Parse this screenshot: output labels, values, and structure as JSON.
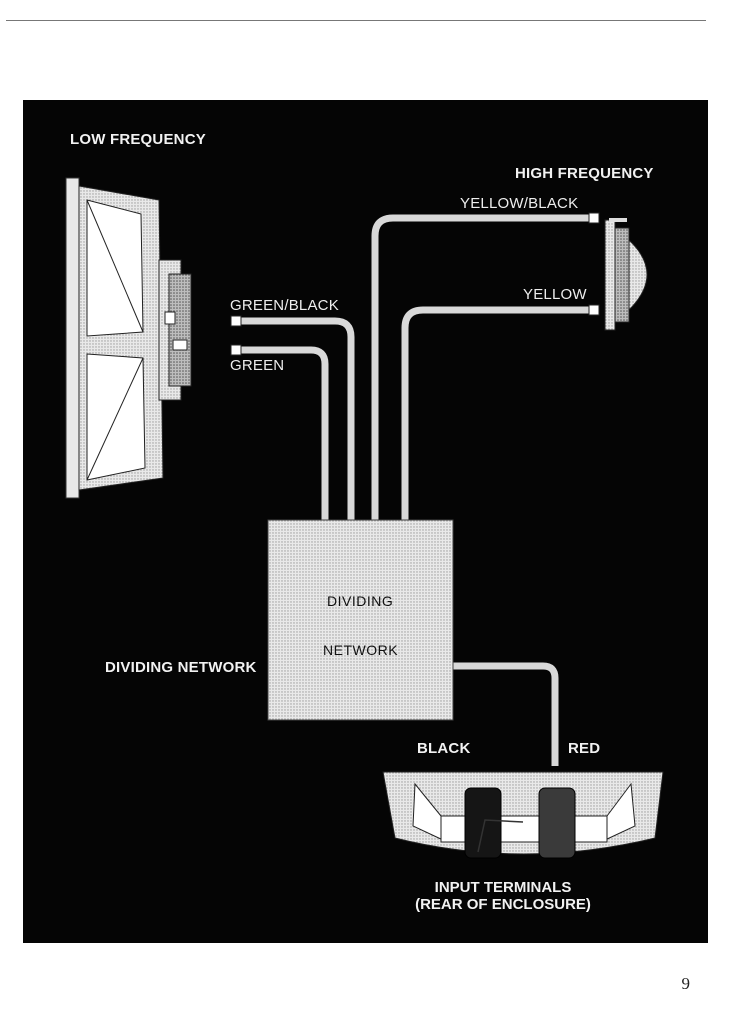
{
  "diagram": {
    "low_frequency_label": "LOW FREQUENCY",
    "high_frequency_label": "HIGH FREQUENCY",
    "dividing_network_label": "DIVIDING NETWORK",
    "box_text_line1": "DIVIDING",
    "box_text_line2": "NETWORK",
    "wires": {
      "green_black": "GREEN/BLACK",
      "green": "GREEN",
      "yellow_black": "YELLOW/BLACK",
      "yellow": "YELLOW",
      "black": "BLACK",
      "red": "RED"
    },
    "input_terminals_line1": "INPUT TERMINALS",
    "input_terminals_line2": "(REAR OF ENCLOSURE)"
  },
  "page_number": "9",
  "colors": {
    "panel": "#050505",
    "wire": "#d9d9d9",
    "label": "#f2f2f2"
  }
}
